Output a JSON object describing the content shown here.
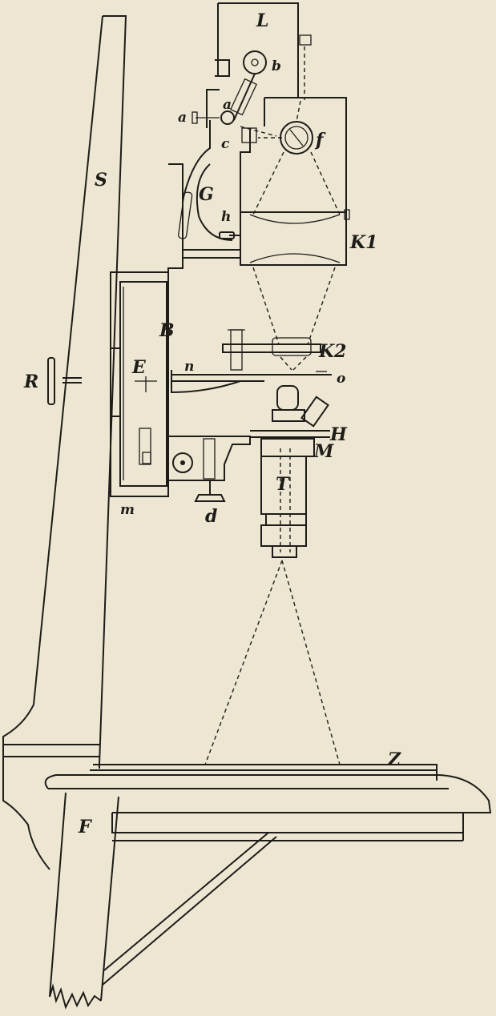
{
  "labels": {
    "L": "L",
    "b": "b",
    "a_left": "a",
    "a_right": "a",
    "c": "c",
    "f": "f",
    "S": "S",
    "G": "G",
    "h": "h",
    "K1": "K1",
    "B": "B",
    "K2": "K2",
    "n": "n",
    "o": "o",
    "R": "R",
    "E": "E",
    "H": "H",
    "M": "M",
    "T": "T",
    "m": "m",
    "d": "d",
    "Z": "Z",
    "F": "F"
  }
}
